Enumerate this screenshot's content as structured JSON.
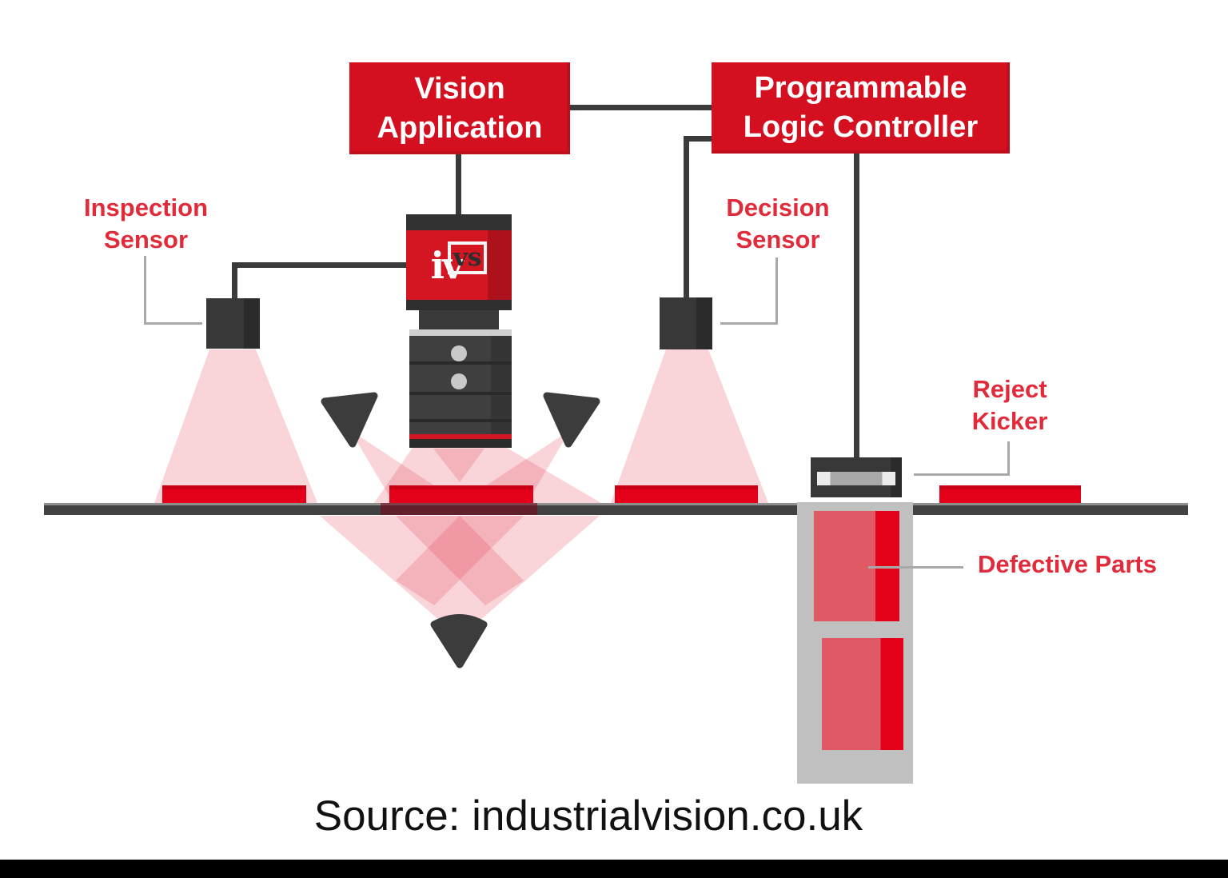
{
  "boxes": {
    "vision": {
      "line1": "Vision",
      "line2": "Application"
    },
    "plc": {
      "line1": "Programmable",
      "line2": "Logic Controller"
    }
  },
  "labels": {
    "inspection": {
      "line1": "Inspection",
      "line2": "Sensor"
    },
    "decision": {
      "line1": "Decision",
      "line2": "Sensor"
    },
    "kicker": {
      "line1": "Reject",
      "line2": "Kicker"
    },
    "defective": "Defective Parts"
  },
  "camera_logo": {
    "part1": "iv",
    "part2": "vs"
  },
  "source_caption": "Source: industrialvision.co.uk",
  "colors": {
    "box_red": "#d40f1f",
    "label_red": "#e22b3a",
    "camera_red": "#d41522",
    "part_red": "#e50019",
    "defect_rose": "#e05a66",
    "device_dark": "#383838",
    "line_dark": "#3b3b3b",
    "leader_gray": "#a8a8a8",
    "belt_dark": "#424242",
    "beam_pink": "#e23a50",
    "chute_gray": "#c0c0c0",
    "source_text": "#111111",
    "bottom_bar": "#000000"
  }
}
